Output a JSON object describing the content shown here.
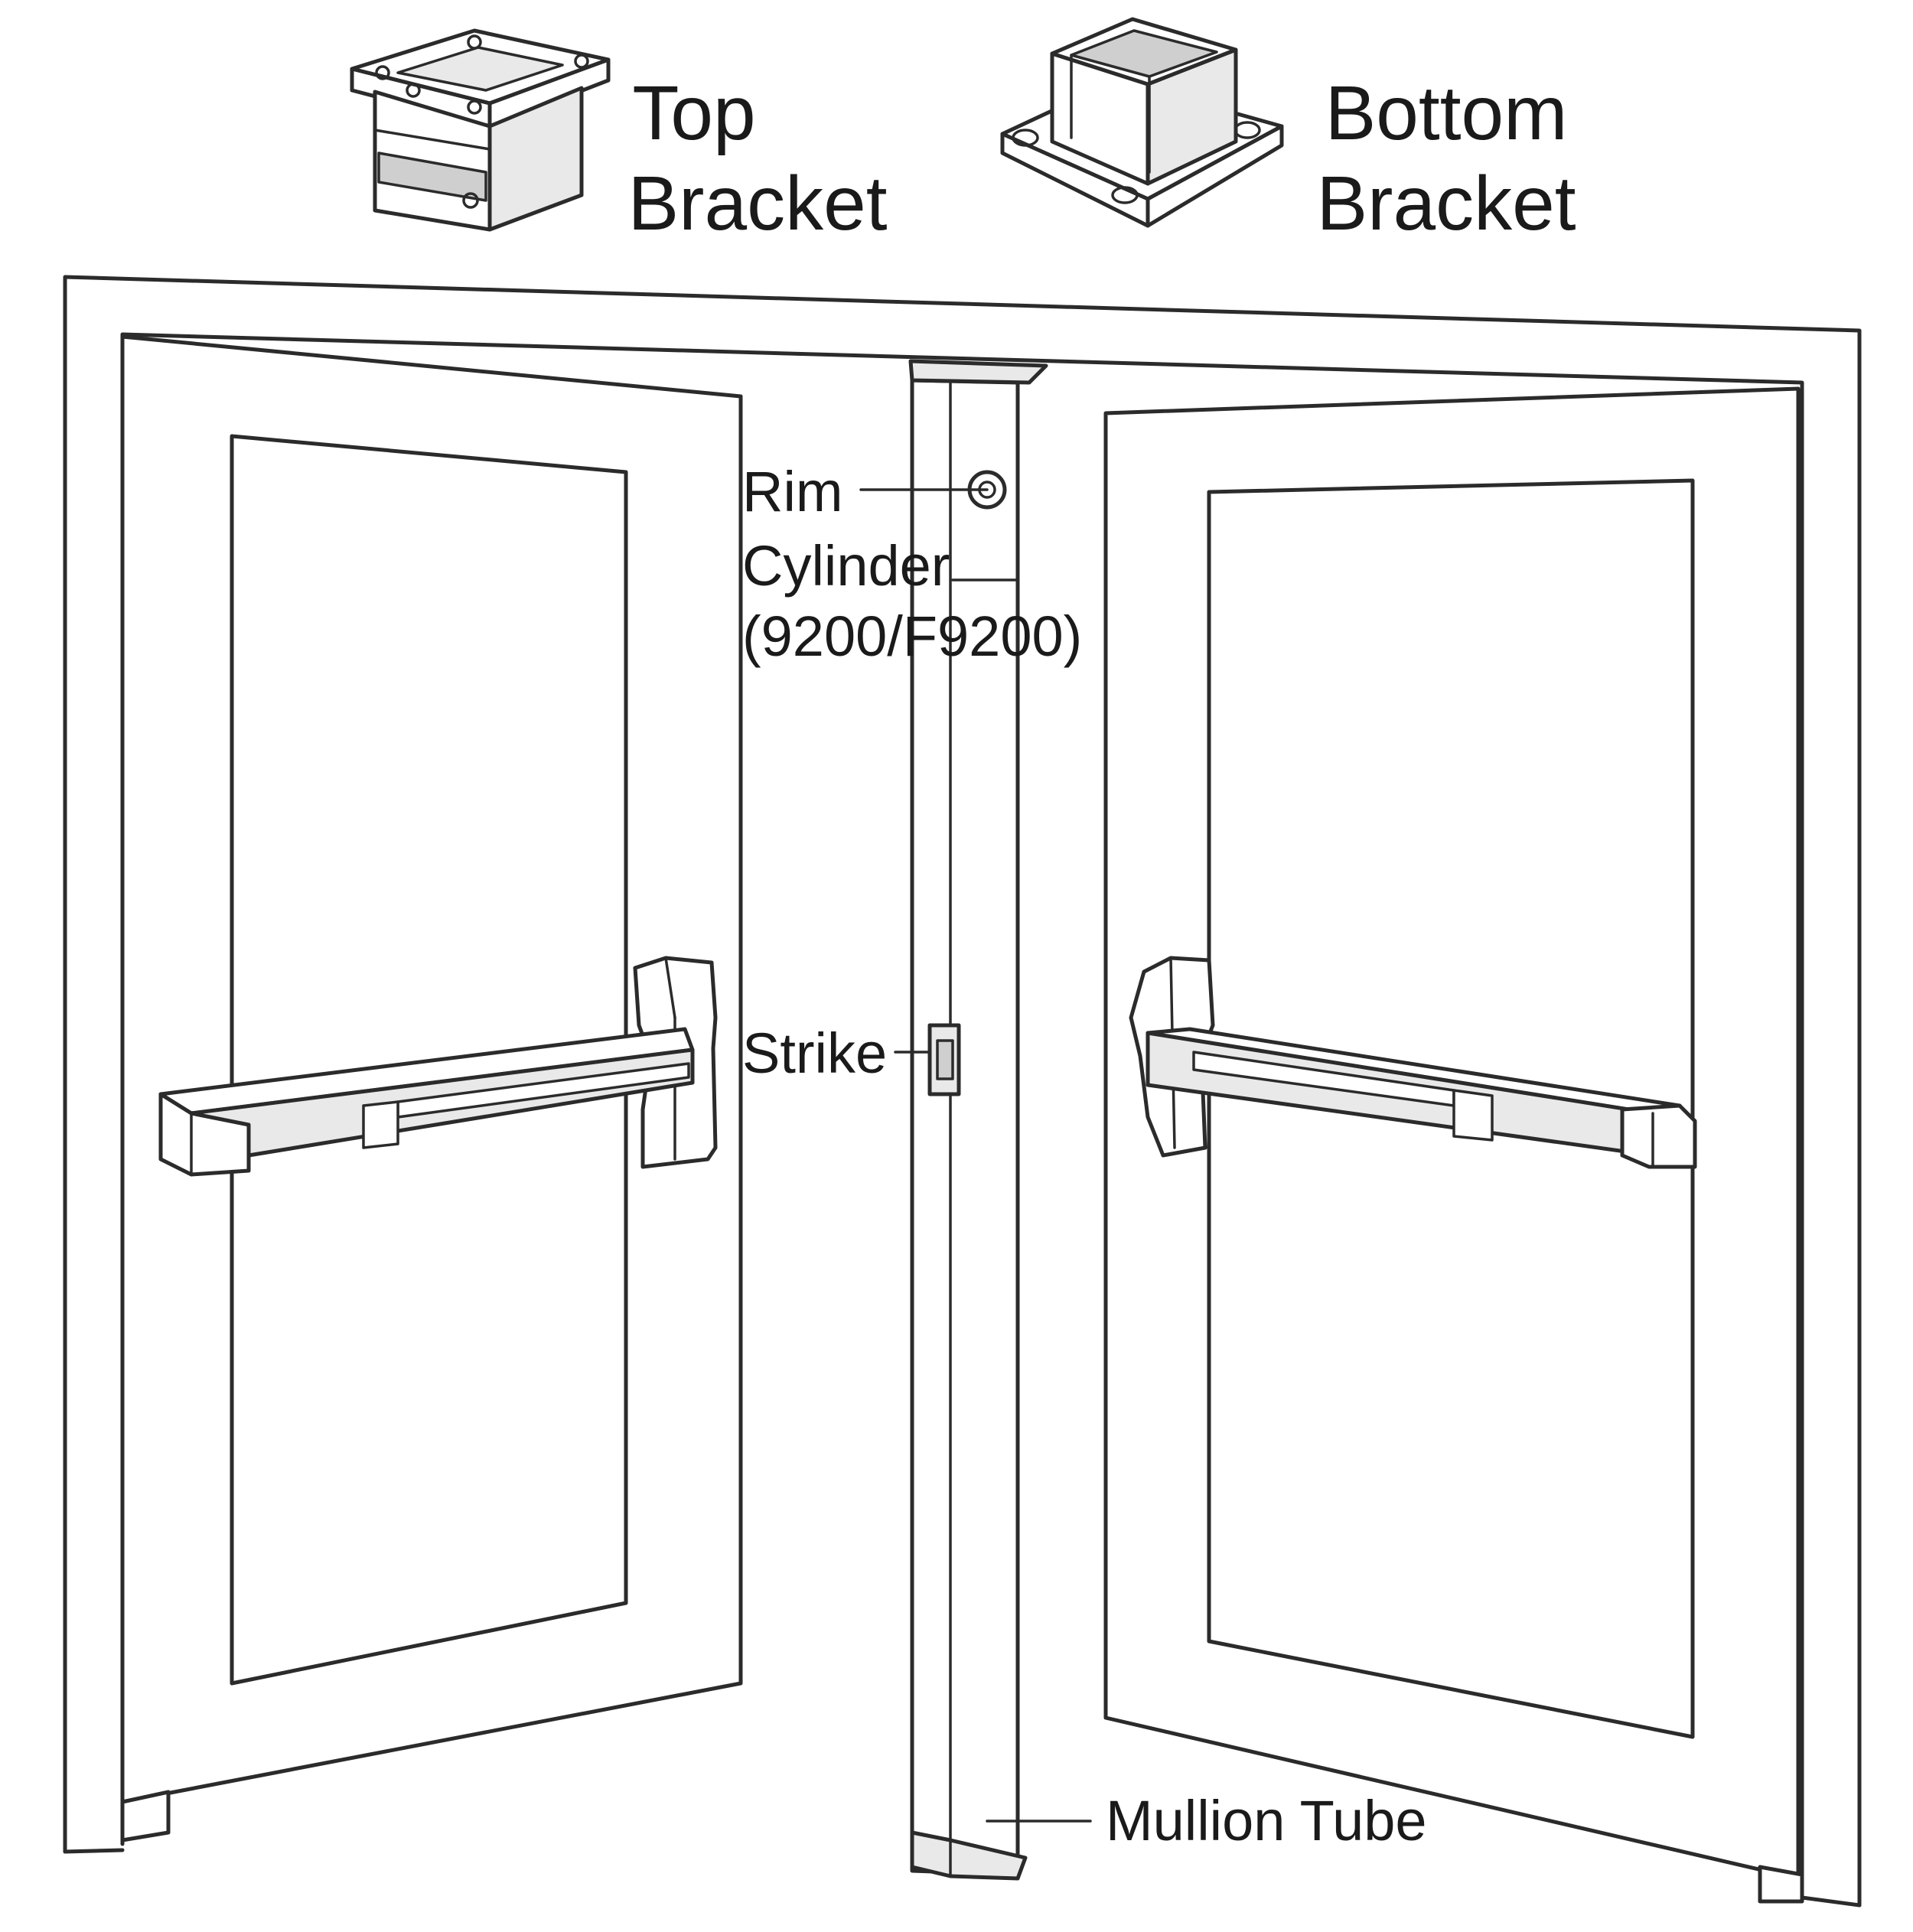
{
  "labels": {
    "top_bracket_line1": "Top",
    "top_bracket_line2": "Bracket",
    "bottom_bracket_line1": "Bottom",
    "bottom_bracket_line2": "Bracket",
    "rim_line1": "Rim",
    "rim_line2": "Cylinder",
    "rim_line3": "(9200/F9200)",
    "strike": "Strike",
    "mullion_tube": "Mullion Tube"
  },
  "icons": [
    "top-bracket-icon",
    "bottom-bracket-icon",
    "rim-cylinder-icon",
    "strike-icon",
    "exit-device-icon"
  ],
  "colors": {
    "line": "#2b2b2b",
    "background": "#ffffff"
  }
}
